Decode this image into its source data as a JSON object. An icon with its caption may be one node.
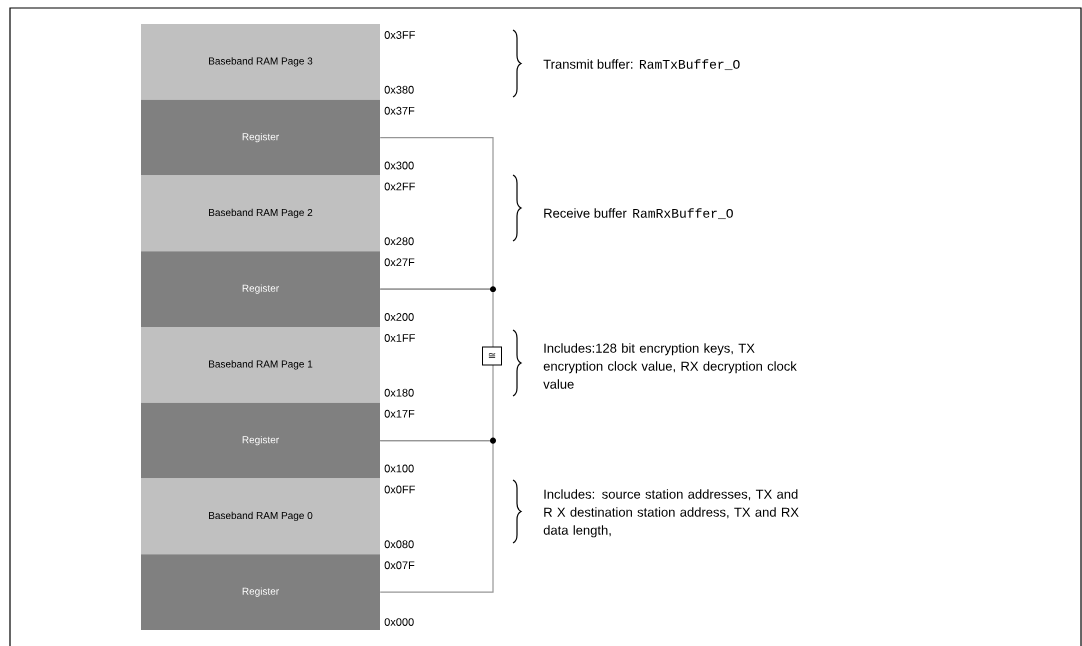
{
  "diagram": {
    "nodes": [
      {
        "text": [
          "Baseband RAM Page 3"
        ]
      },
      {
        "text": [
          "Register"
        ]
      },
      {
        "text": [
          "Baseband RAM Page 2"
        ]
      },
      {
        "text": [
          "Register"
        ]
      },
      {
        "text": [
          "Baseband RAM Page 1"
        ]
      },
      {
        "text": [
          "Register"
        ]
      },
      {
        "text": [
          "Baseband RAM Page 0"
        ]
      },
      {
        "text": [
          "Register"
        ]
      }
    ],
    "edges": [
      {
        "from": 1,
        "to": 3,
        "arrow": "none"
      },
      {
        "from": 3,
        "to": 5,
        "arrow": "none"
      },
      {
        "from": 5,
        "to": 7,
        "arrow": "none"
      }
    ],
    "labels": [
      "0x3FF",
      "0x380",
      "0x37F",
      "0x300",
      "0x2FF",
      "0x280",
      "0x27F",
      "0x200",
      "0x1FF",
      "0x180",
      "0x17F",
      "0x100",
      "0x0FF",
      "0x080",
      "0x07F",
      "0x000",
      "Transmit buffer:",
      "RamTxBuffer_O",
      "Receive buffer",
      "RamRxBuffer_O",
      "≅",
      "Includes:128 bit encryption keys, TX encryption clock value, RX decryption clock value",
      "Includes: source station addresses, TX and R X destination station address, TX and RX data length,"
    ]
  }
}
